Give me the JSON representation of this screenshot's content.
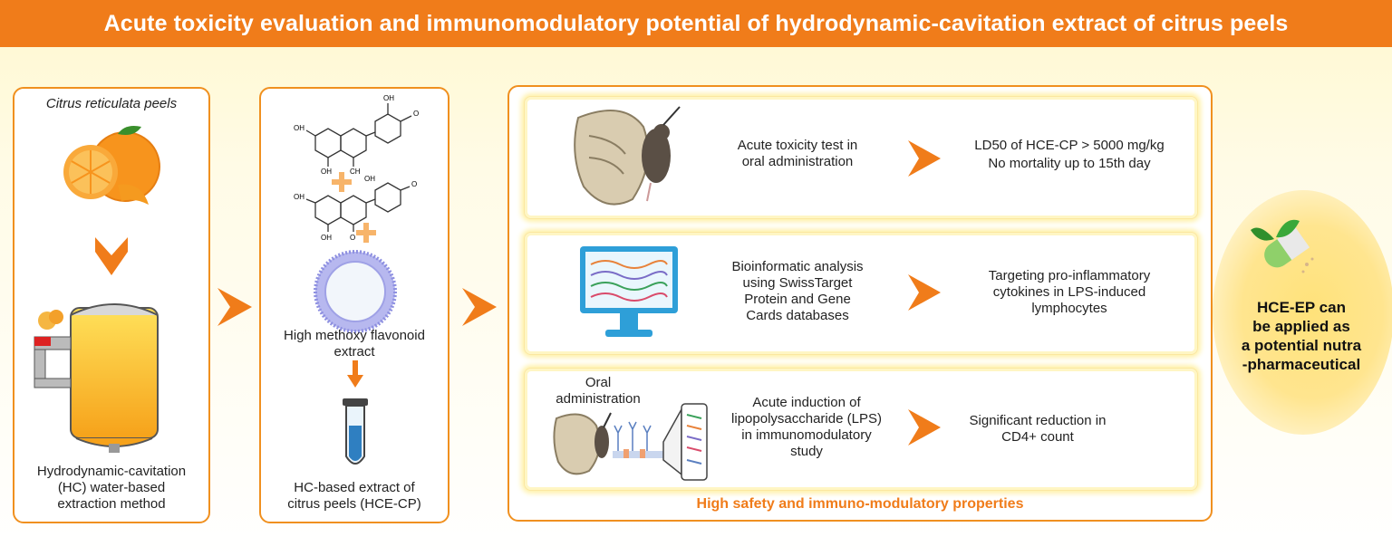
{
  "banner": {
    "title": "Acute toxicity evaluation and immunomodulatory potential of hydrodynamic-cavitation extract of citrus peels"
  },
  "panel1": {
    "source_label": "Citrus reticulata peels",
    "method_label_1": "Hydrodynamic-cavitation",
    "method_label_2": "(HC) water-based",
    "method_label_3": "extraction method"
  },
  "panel2": {
    "flavonoid_label_1": "High methoxy flavonoid",
    "flavonoid_label_2": "extract",
    "extract_label_1": "HC-based extract of",
    "extract_label_2": "citrus peels (HCE-CP)",
    "chem": {
      "oh": "OH",
      "ch3": "CH",
      "o": "O"
    }
  },
  "panel3": {
    "rows": [
      {
        "test_1": "Acute toxicity test in",
        "test_2": "oral administration",
        "result_1": "LD50 of HCE-CP > 5000 mg/kg",
        "result_2": "No mortality up to 15th day"
      },
      {
        "test_1": "Bioinformatic analysis",
        "test_2": "using SwissTarget",
        "test_3": "Protein and Gene",
        "test_4": "Cards databases",
        "result_1": "Targeting pro-inflammatory",
        "result_2": "cytokines in LPS-induced",
        "result_3": "lymphocytes"
      },
      {
        "side_1": "Oral",
        "side_2": "administration",
        "test_1": "Acute induction of",
        "test_2": "lipopolysaccharide (LPS)",
        "test_3": "in immunomodulatory",
        "test_4": "study",
        "result_1": "Significant reduction in",
        "result_2": "CD4+ count"
      }
    ],
    "footer": "High safety and immuno-modulatory properties"
  },
  "conclusion": {
    "line_1": "HCE-EP can",
    "line_2": "be applied as",
    "line_3": "a potential nutra",
    "line_4": "-pharmaceutical"
  },
  "colors": {
    "accent": "#f07c1a",
    "border": "#f0901f",
    "glow": "#ffe27a"
  }
}
